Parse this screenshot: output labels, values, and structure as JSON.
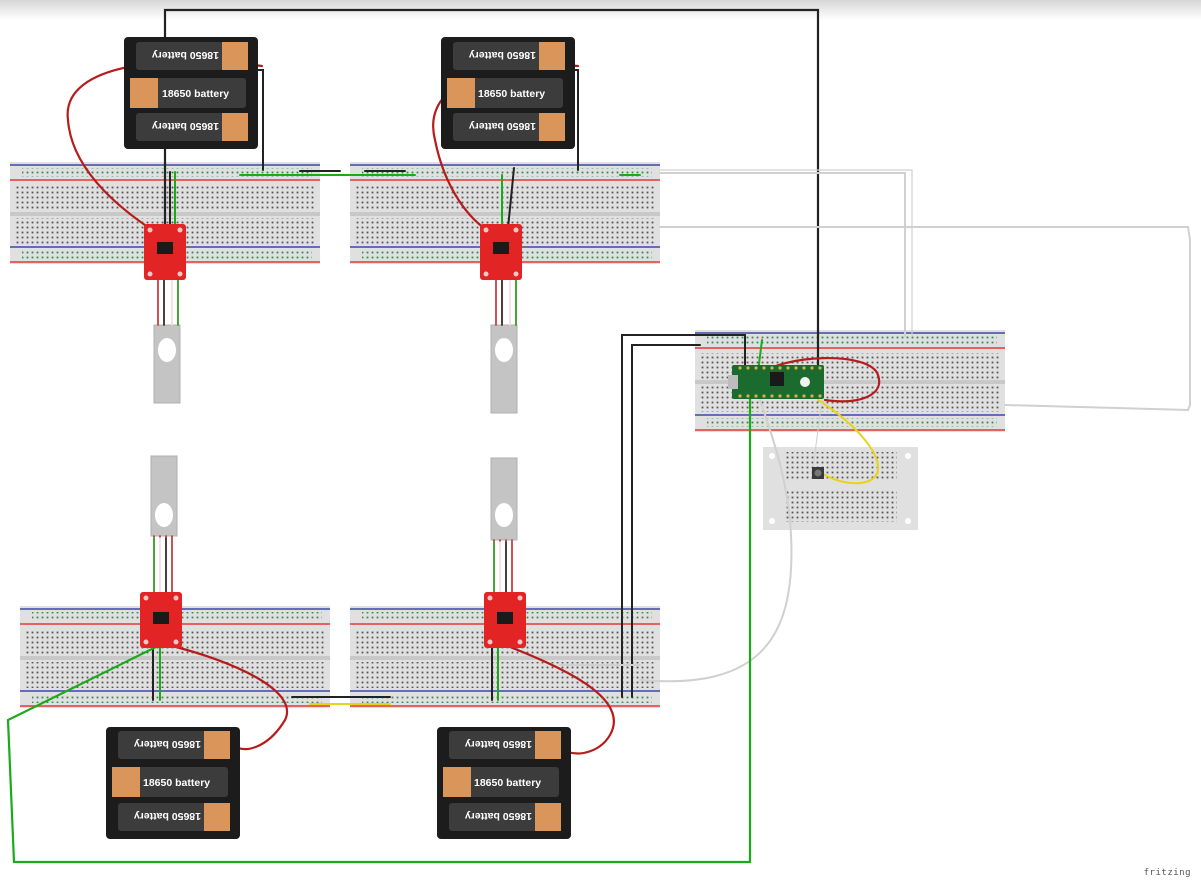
{
  "battery_label": "18650 battery",
  "plus_sign": "+",
  "minus_sign": "-",
  "watermark": "fritzing",
  "colors": {
    "breadboard": "#e0e0e0",
    "rail_red": "#e53935",
    "rail_blue": "#3949ab",
    "hole": "#555555",
    "rail_hole": "#2e8b57",
    "battery_holder": "#1c1c1c",
    "battery_body": "#3c3c3c",
    "battery_cap": "#d9955a",
    "hx711_board": "#e32424",
    "pico_board": "#1b6b2e",
    "load_cell": "#c4c4c4",
    "wire_red": "#b71c1c",
    "wire_black": "#222222",
    "wire_green": "#1aab1a",
    "wire_yellow": "#e8d21a",
    "wire_white": "#d0d0d0"
  },
  "components": {
    "breadboards": 5,
    "mini_breadboard": 1,
    "battery_holders": 4,
    "cells_per_holder": 3,
    "hx711_modules": 4,
    "load_cells": 4,
    "microcontroller": "Raspberry Pi Pico",
    "push_buttons": 1
  }
}
